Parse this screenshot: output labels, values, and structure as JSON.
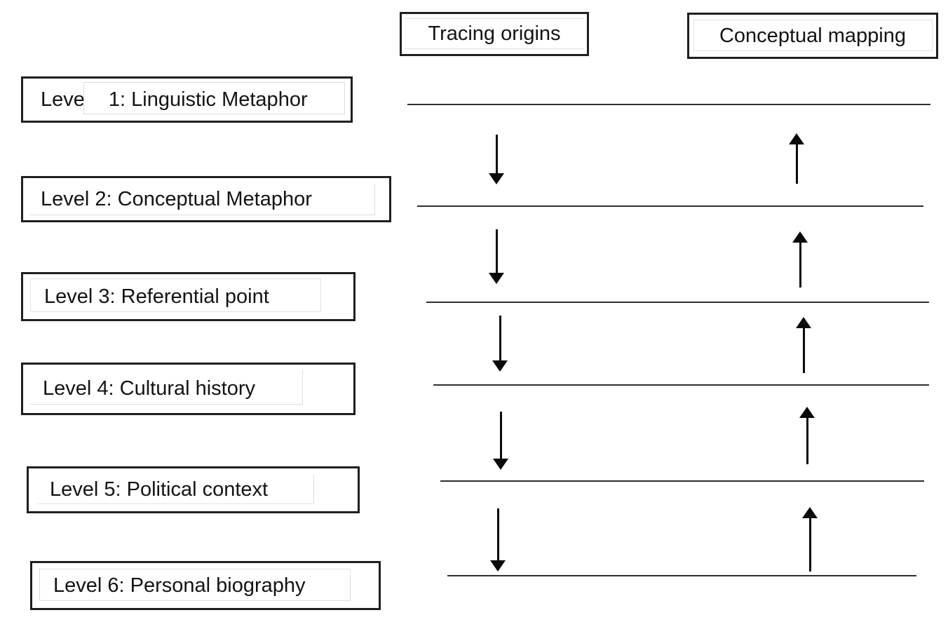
{
  "headers": {
    "tracing_origins": "Tracing origins",
    "conceptual_mapping": "Conceptual mapping"
  },
  "levels": [
    {
      "prefix": "Leve",
      "label": "1: Linguistic Metaphor"
    },
    {
      "prefix": "",
      "label": "Level 2: Conceptual Metaphor"
    },
    {
      "prefix": "",
      "label": "Level 3: Referential point"
    },
    {
      "prefix": "",
      "label": "Level 4: Cultural history"
    },
    {
      "prefix": "",
      "label": "Level 5: Political context"
    },
    {
      "prefix": "",
      "label": "Level 6: Personal biography"
    }
  ],
  "flow": {
    "left_column": {
      "header": "Tracing origins",
      "arrow_direction": "down",
      "arrow_count": 5
    },
    "right_column": {
      "header": "Conceptual mapping",
      "arrow_direction": "up",
      "arrow_count": 5
    },
    "separator_lines": 6
  },
  "colors": {
    "background": "#ffffff",
    "box_border": "#1f1f1f",
    "text": "#141414",
    "separator_line": "#2f2f2f",
    "arrow": "#0a0a0a"
  }
}
